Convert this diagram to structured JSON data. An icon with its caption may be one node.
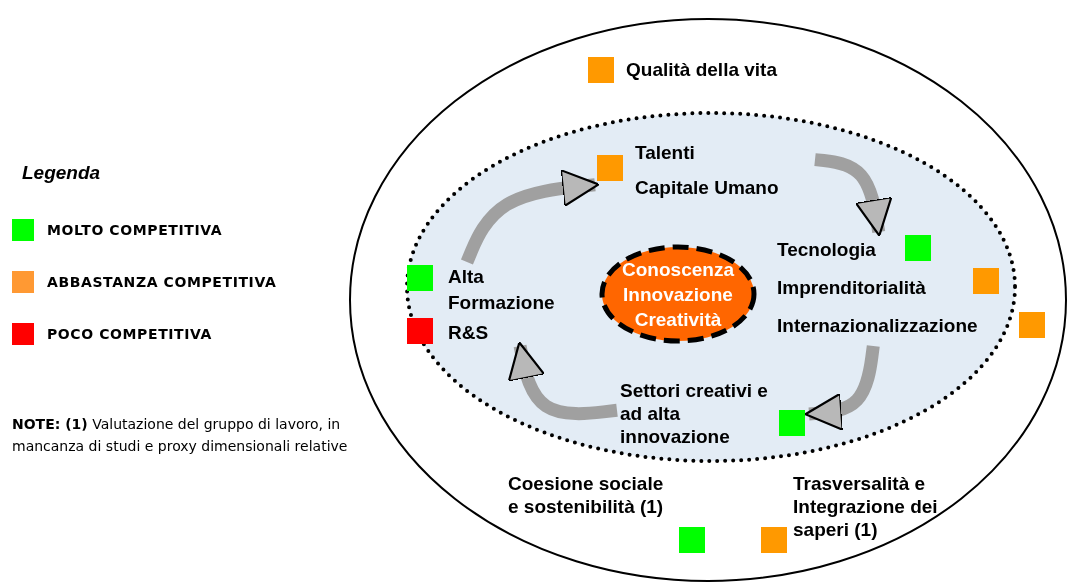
{
  "diagram": {
    "nodes": [
      {
        "text": [
          "Qualità della vita",
          "Coesione sociale e sostenibilità (1)",
          "Trasversalità e Integrazione dei saperi (1)"
        ]
      },
      {
        "text": [],
        "shape": "circle",
        "in": 0
      },
      {
        "text": [
          "Talenti",
          "Capitale Umano"
        ],
        "in": 1
      },
      {
        "text": [
          "Tecnologia",
          "Imprenditorialità",
          "Internazionalizzazione"
        ],
        "in": 1
      },
      {
        "text": [
          "Settori creativi e ad alta innovazione"
        ],
        "in": 1
      },
      {
        "text": [
          "Alta Formazione",
          "R&S"
        ],
        "in": 1
      },
      {
        "text": [
          "Conoscenza Innovazione Creatività"
        ],
        "in": 1
      },
      {
        "text": [],
        "shape": "box",
        "in": 0
      },
      {
        "text": [],
        "shape": "box",
        "in": 0
      },
      {
        "text": [],
        "shape": "box",
        "in": 0
      }
    ],
    "edges": [
      {
        "from": 5,
        "to": 2,
        "arrow": "to"
      },
      {
        "from": 2,
        "to": 3,
        "arrow": "to"
      },
      {
        "from": 3,
        "to": 4,
        "arrow": "to"
      },
      {
        "from": 4,
        "to": 5,
        "arrow": "to"
      }
    ],
    "labels": [
      "Legenda",
      "**NOTE: (1)** Valutazione del gruppo di lavoro, in mancanza di studi e proxy dimensionali relative"
    ],
    "legend": [
      {
        "text": "MOLTO COMPETITIVA",
        "color": "#00ff00"
      },
      {
        "text": "ABBASTANZA COMPETITIVA",
        "color": "#ff9933"
      },
      {
        "text": "POCO COMPETITIVA",
        "color": "#ff0000"
      }
    ]
  }
}
